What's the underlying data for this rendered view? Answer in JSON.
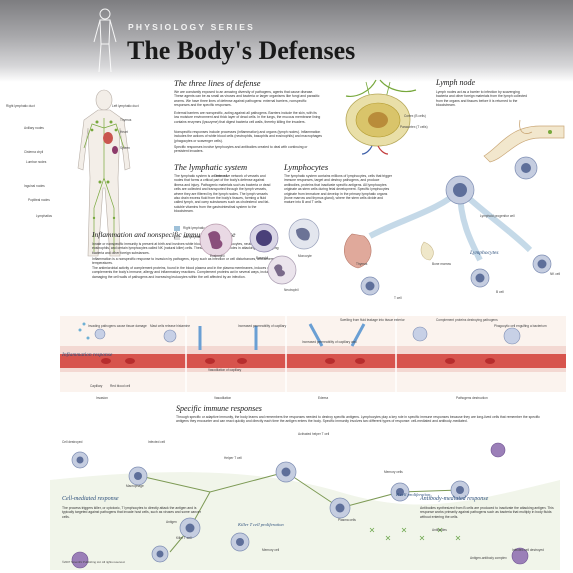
{
  "header": {
    "series": "PHYSIOLOGY SERIES",
    "title": "The Body's Defenses"
  },
  "body_figure": {
    "labels": [
      "Right lymphatic duct",
      "Left lymphatic duct",
      "Axillary nodes",
      "Thymus",
      "Heart",
      "Cisterna chyli",
      "Spleen",
      "Lumbar nodes",
      "Inguinal nodes",
      "Popliteal nodes",
      "Lymphatics"
    ],
    "legend": [
      "Right lymphatic drainage",
      "Left lymphatic drainage"
    ]
  },
  "three_lines": {
    "heading": "The three lines of defense",
    "paragraphs": [
      "We are constantly exposed to an amazing diversity of pathogens, agents that cause disease. These agents can be as small as viruses and bacteria or larger organisms like fungi and parasitic worms. We have three lines of defense against pathogens: external barriers, nonspecific responses and the specific responses.",
      "External barriers are nonspecific, acting against all pathogens. Barriers include the skin, with its low moisture environment and thick layer of dead cells. In the lungs, the mucous membrane lining contains enzymes (lysozyme) that digest bacteria cell walls, thereby killing the invaders.",
      "Nonspecific responses include processes (inflammation) and organs (lymph nodes). Inflammation includes the actions of white blood cells (neutrophils, basophils and eosinophils) and macrophages (phagocytes or scavenger cells).",
      "Specific responses involve lymphocytes and antibodies created to deal with continuing or persistent invaders."
    ]
  },
  "lymph_node": {
    "heading": "Lymph node",
    "text": "Lymph nodes act as a barrier to infection by scavenging bacteria and other foreign materials from the lymph collected from the organs and tissues before it is returned to the bloodstream.",
    "labels": [
      "Cortex (B cells)",
      "Paracortex (T cells)"
    ]
  },
  "lymphatic_system": {
    "heading": "The lymphatic system",
    "text": "The lymphatic system is an extensive network of vessels and nodes that forms a critical part of the body's defense against illness and injury. Pathogenic materials such as bacteria or dead cells are collected and transported through the lymph vessels, where they are filtered by the lymph nodes. The lymph vessels also drain excess fluid from the body's tissues, forming a fluid called lymph, and carry substances such as cholesterol and fat-soluble vitamins from the gastrointestinal system to the bloodstream."
  },
  "lymphocytes": {
    "heading": "Lymphocytes",
    "text": "The lymphatic system contains millions of lymphocytes, cells that trigger immune responses, target and destroy pathogens, and produce antibodies, proteins that inactivate specific antigens. All lymphocytes originate as stem cells during fetal development. Specific lymphocytes originate from immature and develop in the primary lymphatic organs (bone marrow and thymus gland), where the stem cells divide and mature into B and T cells.",
    "labels": [
      "Lymphoid progenitor cell",
      "Stem cell",
      "Thymus",
      "Bone marrow",
      "T cell",
      "B cell",
      "NK cell"
    ],
    "title_label": "Lymphocytes"
  },
  "inflammation": {
    "heading": "Inflammation and nonspecific immune response",
    "paragraphs": [
      "Innate or nonspecific immunity is present at birth and involves white blood cells including monocytes, neutrophils and eosinophils, and certain lymphocytes called NK (natural killer) cells. These cells play similar roles in attacking and destroying bacteria and other foreign substances.",
      "Inflammation is a nonspecific response to invasion by pathogens, injury such as infection or cell disturbances, and severe temperatures.",
      "The antimicrobial activity of complement proteins, found in the blood plasma and in the plasma membranes, induces or complements the body's immune, allergy and inflammatory reactions. Complement proteins act in several ways, including damaging the cell walls of pathogens and increasing leukocytes within the cell affected by an infection."
    ],
    "cells": [
      "Eosinophil",
      "Basophil",
      "Monocyte",
      "Neutrophil"
    ],
    "panel_title": "Inflammation response",
    "stage_labels": [
      "Invasion",
      "Vasodilation",
      "Edema",
      "Pathogens destruction"
    ],
    "callouts": [
      "Invading pathogens cause tissue damage",
      "Mast cells release histamine",
      "Increased permeability of capillary",
      "Vasodilation of capillary",
      "Swelling from fluid leakage into tissue exterior",
      "Increased permeability of capillary wall",
      "Complement proteins destroying pathogens",
      "Phagocytic cell engulfing a bacterium",
      "Capillary",
      "Red blood cell"
    ]
  },
  "specific": {
    "heading": "Specific immune responses",
    "text": "Through specific or adaptive immunity, the body learns and remembers the responses needed to destroy specific antigens. Lymphocytes play a key role in specific immune responses because they are long-lived cells that remember the specific antigens they encounter and can react quickly and directly each time the antigen enters the body. Specific immunity involves two different types of response: cell-mediated and antibody-mediated.",
    "cell_mediated": {
      "heading": "Cell-mediated response",
      "text": "The process triggers killer, or cytotoxic, T lymphocytes to directly attack the antigen and is typically targeted against pathogens that invade host cells, such as viruses and some cancer cells."
    },
    "antibody_mediated": {
      "heading": "Antibody-mediated response",
      "text": "Antibodies synthesized from B cells are produced to inactivate the attacking antigen. This response works primarily against pathogens such as bacteria that multiply in body fluids without entering the cells."
    },
    "labels": [
      "Cell destroyed",
      "Infected cell",
      "Macrophage",
      "Activated helper T cell",
      "Helper T cell",
      "Memory cells",
      "B cell proliferation",
      "Plasma cells",
      "Antibodies",
      "Antigen",
      "Killer T cell",
      "Killer T cell proliferation",
      "Memory cell",
      "Infected cell destroyed",
      "Antigen-antibody complex"
    ],
    "footer": "©2007 Scientific Publishing Ltd. All rights reserved."
  },
  "colors": {
    "accent": "#2a4d7a",
    "lymph": "#77a83c",
    "vessel": "#c23a3a",
    "cell": "#9aa9c9"
  }
}
